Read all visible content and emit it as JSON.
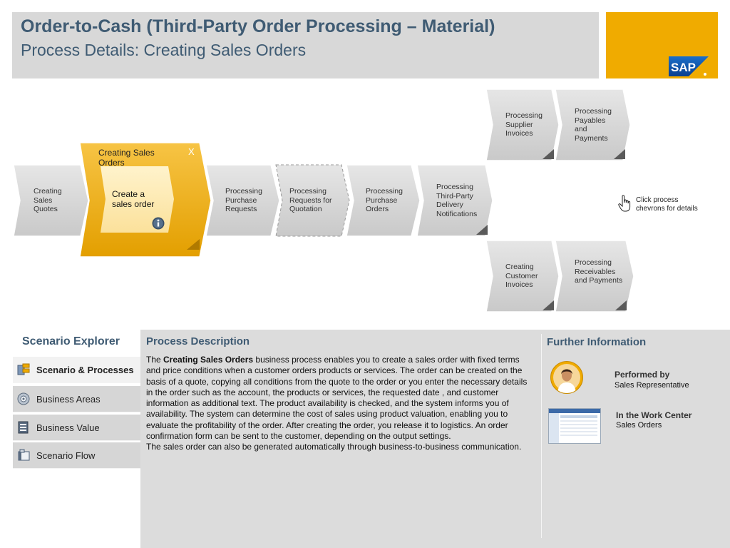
{
  "header": {
    "title": "Order-to-Cash (Third-Party Order Processing – Material)",
    "subtitle": "Process Details: Creating Sales Orders",
    "logo_text": "SAP"
  },
  "flow": {
    "creating_sales_quotes": "Creating Sales Quotes",
    "active": {
      "title": "Creating Sales Orders",
      "close": "X",
      "inner": "Create a sales order"
    },
    "processing_purchase_requests": "Processing Purchase Requests",
    "processing_requests_for_quotation": "Processing Requests for Quotation",
    "processing_purchase_orders": "Processing Purchase Orders",
    "processing_third_party_delivery": "Processing Third-Party Delivery Notifications",
    "processing_supplier_invoices": "Processing Supplier Invoices",
    "processing_payables": "Processing Payables and Payments",
    "creating_customer_invoices": "Creating Customer Invoices",
    "processing_receivables": "Processing Receivables and Payments",
    "hint": "Click process chevrons for details"
  },
  "explorer": {
    "title": "Scenario Explorer",
    "items": [
      {
        "label": "Scenario & Processes",
        "icon": "processes-icon",
        "selected": true
      },
      {
        "label": "Business Areas",
        "icon": "business-areas-icon",
        "selected": false
      },
      {
        "label": "Business Value",
        "icon": "business-value-icon",
        "selected": false
      },
      {
        "label": "Scenario Flow",
        "icon": "scenario-flow-icon",
        "selected": false
      }
    ]
  },
  "description": {
    "title": "Process Description",
    "intro": "The ",
    "bold": "Creating Sales Orders",
    "body": " business process enables you to create a sales order with fixed terms and price conditions when a customer orders products or services. The order can be created on the basis of a quote, copying all conditions from the quote to the order or you enter the necessary details in the order such as the account, the products or services, the requested date , and customer information as additional text. The product availability is checked, and the system informs you of availability. The system can determine the cost of sales using product valuation, enabling you to evaluate the profitability of the order. After creating the order, you release it to logistics. An order confirmation form can be sent to the customer, depending on the output settings.",
    "body2": "The sales order can also be generated automatically through business-to-business communication."
  },
  "further": {
    "title": "Further Information",
    "performed_by_label": "Performed by",
    "performed_by_value": "Sales Representative",
    "work_center_label": "In the Work Center",
    "work_center_value": "Sales Orders"
  },
  "colors": {
    "accent_gold": "#f0ab00",
    "title_blue": "#3f5b73",
    "chevron_gray": "#d6d6d6"
  }
}
